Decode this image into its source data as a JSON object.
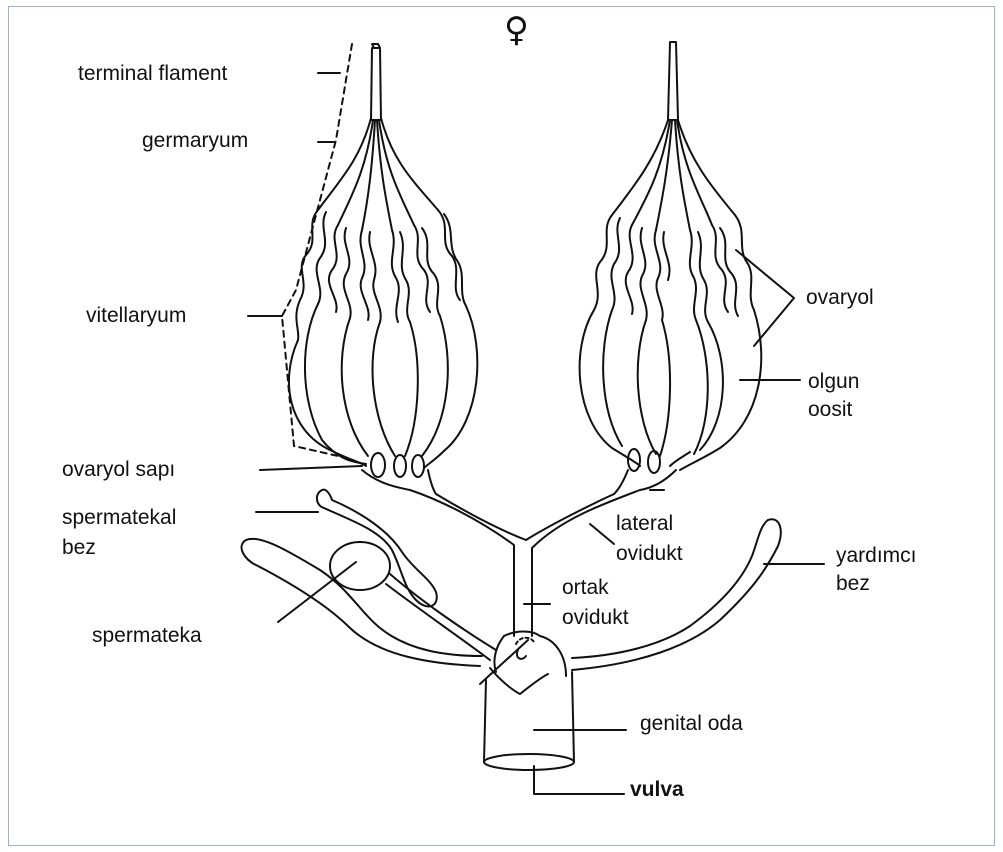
{
  "symbol": "♀",
  "labels": {
    "terminal_flament": "terminal flament",
    "germaryum": "germaryum",
    "vitellaryum": "vitellaryum",
    "ovaryol_sapi": "ovaryol sapı",
    "spermatekal_bez_1": "spermatekal",
    "spermatekal_bez_2": "bez",
    "spermateka": "spermateka",
    "ovaryol": "ovaryol",
    "olgun_oosit_1": "olgun",
    "olgun_oosit_2": "oosit",
    "lateral_ovidukt_1": "lateral",
    "lateral_ovidukt_2": "ovidukt",
    "ortak_ovidukt_1": "ortak",
    "ortak_ovidukt_2": "ovidukt",
    "yardimci_bez_1": "yardımcı",
    "yardimci_bez_2": "bez",
    "genital_oda": "genital oda",
    "vulva": "vulva"
  }
}
